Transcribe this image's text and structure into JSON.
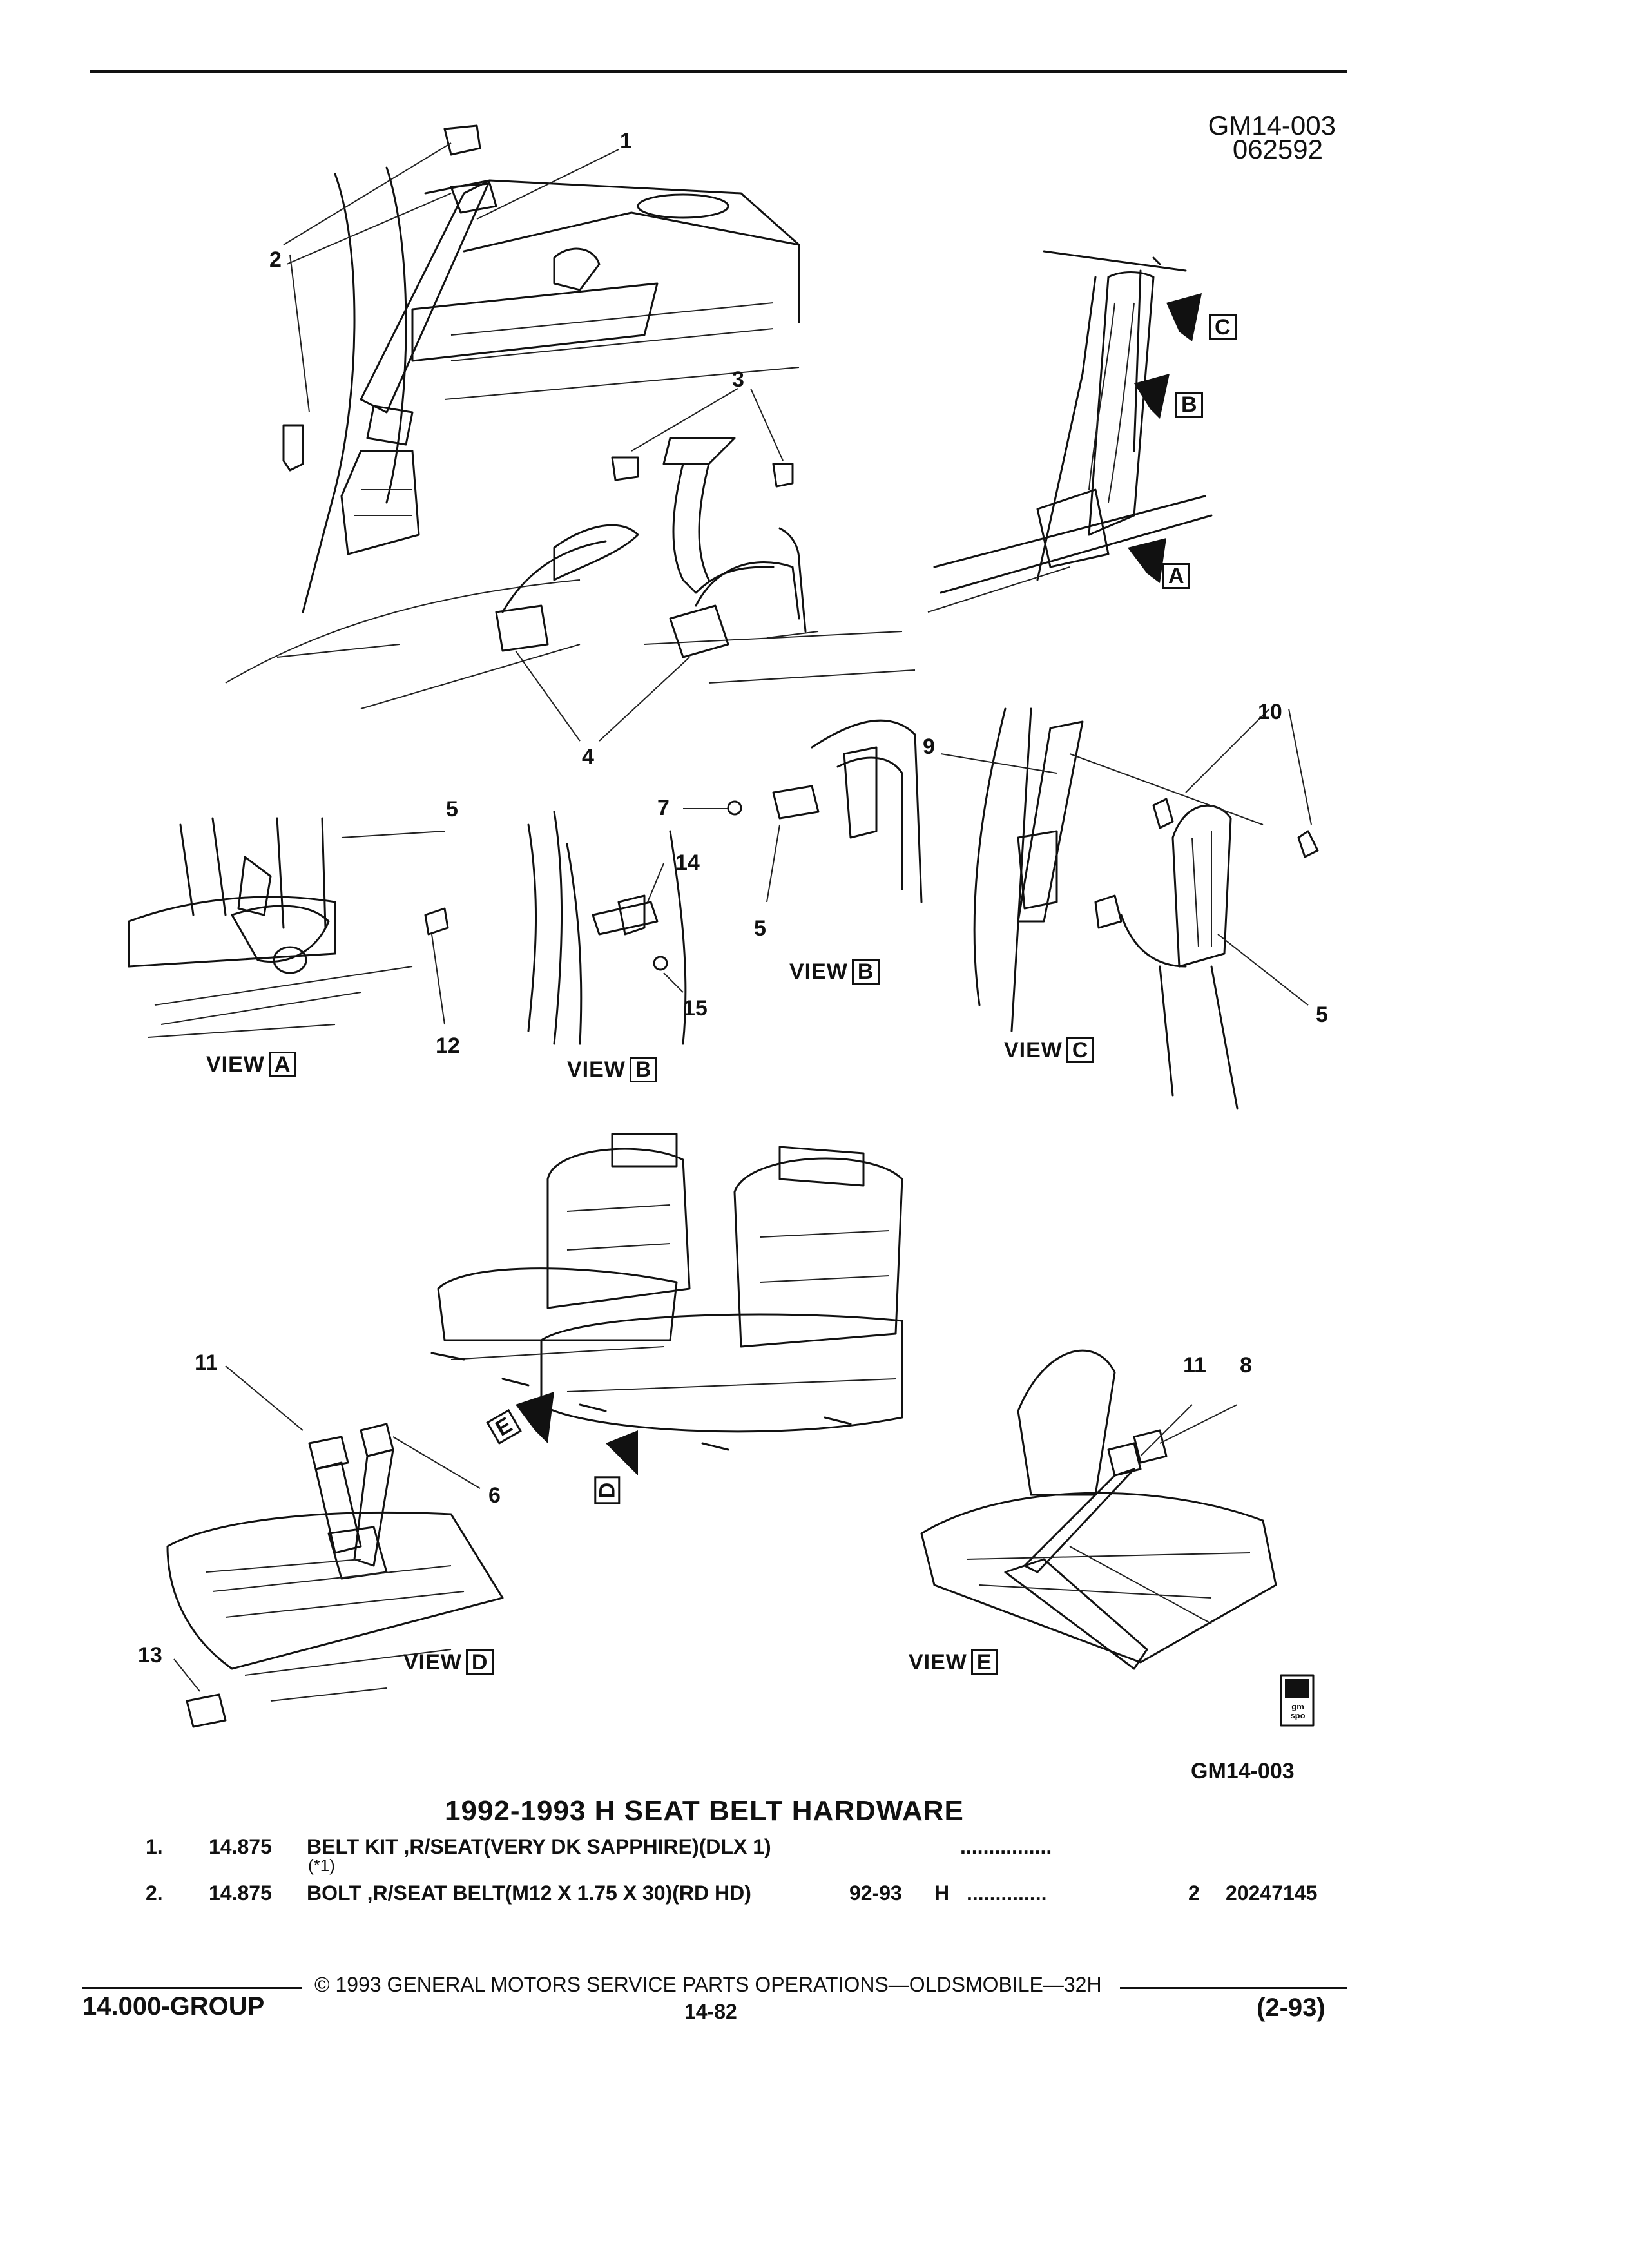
{
  "header": {
    "ref_code": "GM14-003",
    "date_code": "062592"
  },
  "figure": {
    "callouts": [
      "1",
      "2",
      "3",
      "4",
      "5",
      "7",
      "14",
      "5",
      "15",
      "9",
      "10",
      "5",
      "12",
      "11",
      "6",
      "13",
      "11",
      "8"
    ],
    "arrow_markers": [
      "C",
      "B",
      "A",
      "E",
      "D"
    ],
    "views": {
      "a": {
        "word": "VIEW",
        "letter": "A"
      },
      "b1": {
        "word": "VIEW",
        "letter": "B"
      },
      "b2": {
        "word": "VIEW",
        "letter": "B"
      },
      "c": {
        "word": "VIEW",
        "letter": "C"
      },
      "d": {
        "word": "VIEW",
        "letter": "D"
      },
      "e": {
        "word": "VIEW",
        "letter": "E"
      }
    },
    "logo_text": "gm spo",
    "bottom_ref": "GM14-003"
  },
  "parts": {
    "title": "1992-1993 H SEAT BELT HARDWARE",
    "rows": [
      {
        "num": "1.",
        "code": "14.875",
        "desc": "BELT KIT ,R/SEAT(VERY DK SAPPHIRE)(DLX 1)",
        "note": "(*1)",
        "years": "",
        "series": "",
        "dots": "................",
        "qty": "",
        "part_no": ""
      },
      {
        "num": "2.",
        "code": "14.875",
        "desc": "BOLT ,R/SEAT BELT(M12 X 1.75 X 30)(RD HD)",
        "note": "",
        "years": "92-93",
        "series": "H",
        "dots": "..............",
        "qty": "2",
        "part_no": "20247145"
      }
    ]
  },
  "footer": {
    "copyright": "© 1993 GENERAL MOTORS SERVICE PARTS OPERATIONS—OLDSMOBILE—32H",
    "group": "14.000-GROUP",
    "page": "14-82",
    "revision": "(2-93)"
  }
}
